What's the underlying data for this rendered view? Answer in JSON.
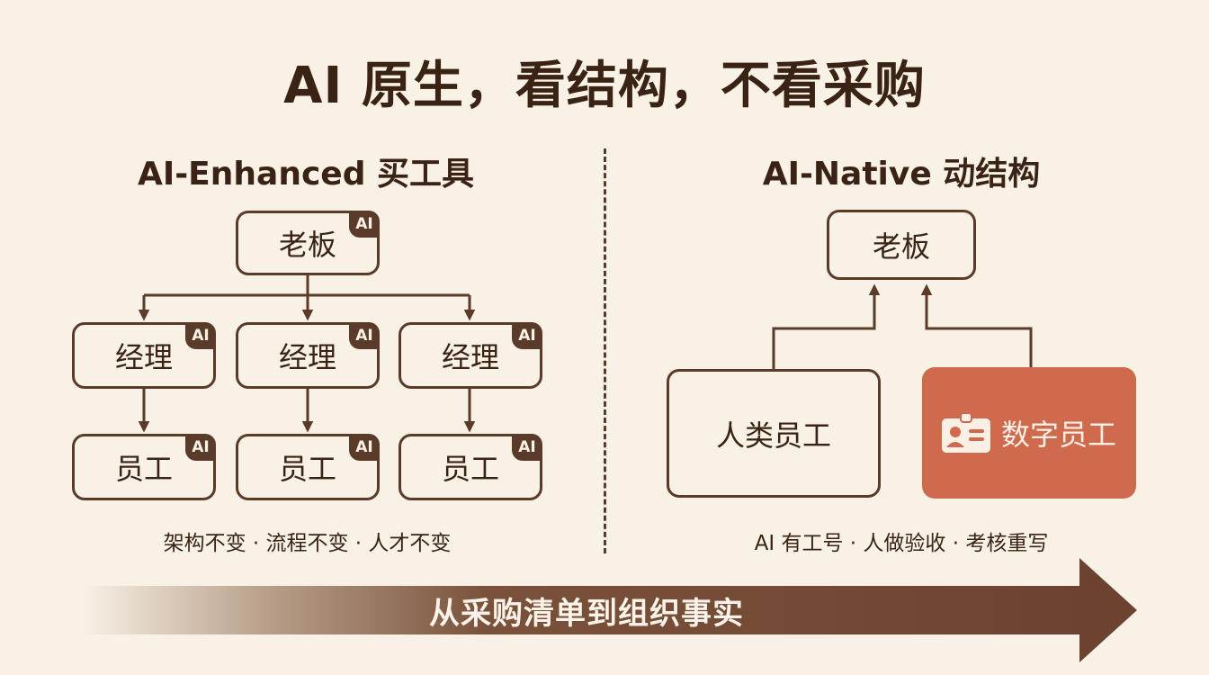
{
  "title": "AI 原生，看结构，不看采购",
  "left": {
    "heading": "AI-Enhanced 买工具",
    "boss": "老板",
    "managers": [
      "经理",
      "经理",
      "经理"
    ],
    "employees": [
      "员工",
      "员工",
      "员工"
    ],
    "badge": "AI",
    "caption": "架构不变 · 流程不变 · 人才不变"
  },
  "right": {
    "heading": "AI-Native 动结构",
    "boss": "老板",
    "human": "人类员工",
    "digital": "数字员工",
    "digital_icon": "id-card-icon",
    "caption": "AI 有工号 · 人做验收 · 考核重写"
  },
  "banner": "从采购清单到组织事实",
  "colors": {
    "background": "#f8f1e6",
    "ink": "#5a3a28",
    "accent": "#cf6a4d"
  }
}
